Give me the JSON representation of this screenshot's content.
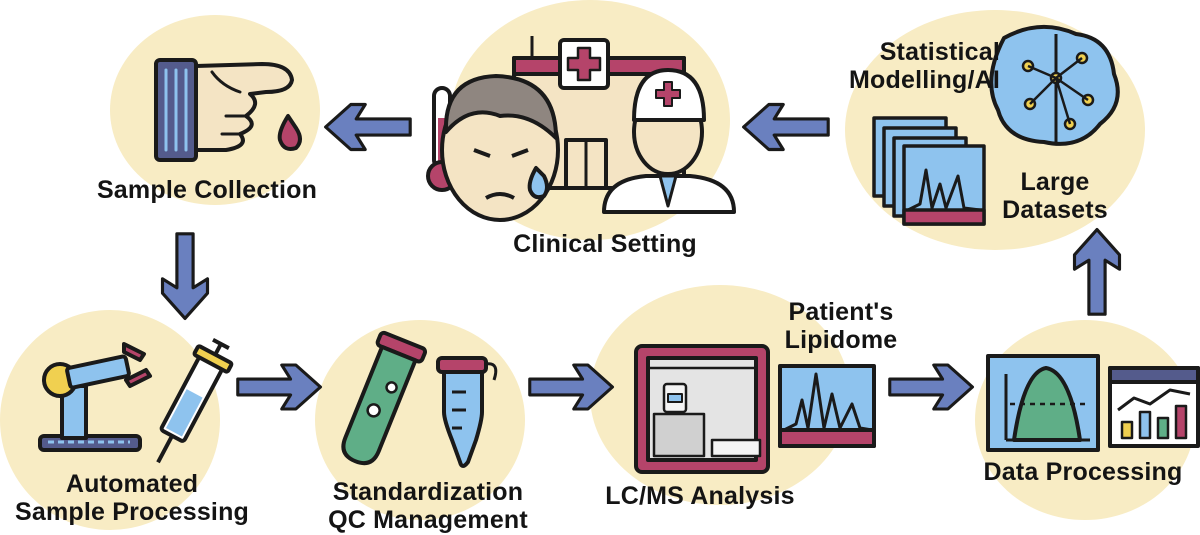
{
  "nodes": {
    "sample_collection": {
      "label": "Sample Collection"
    },
    "clinical_setting": {
      "label": "Clinical Setting"
    },
    "statistical_modelling": {
      "line1": "Statistical",
      "line2": "Modelling/AI"
    },
    "large_datasets": {
      "line1": "Large",
      "line2": "Datasets"
    },
    "automated_processing": {
      "line1": "Automated",
      "line2": "Sample Processing"
    },
    "standardization": {
      "line1": "Standardization",
      "line2": "QC Management"
    },
    "lcms": {
      "label": "LC/MS Analysis"
    },
    "patients_lipidome": {
      "line1": "Patient's",
      "line2": "Lipidome"
    },
    "data_processing": {
      "label": "Data Processing"
    }
  },
  "colors": {
    "blob": "#f8ecc4",
    "arrow": "#6a80bf",
    "outline": "#1a1a1a",
    "crimson": "#b5446a",
    "sky": "#8ec3ee",
    "green": "#5fae87",
    "skin": "#f4e4c4",
    "navy": "#545b8c"
  }
}
